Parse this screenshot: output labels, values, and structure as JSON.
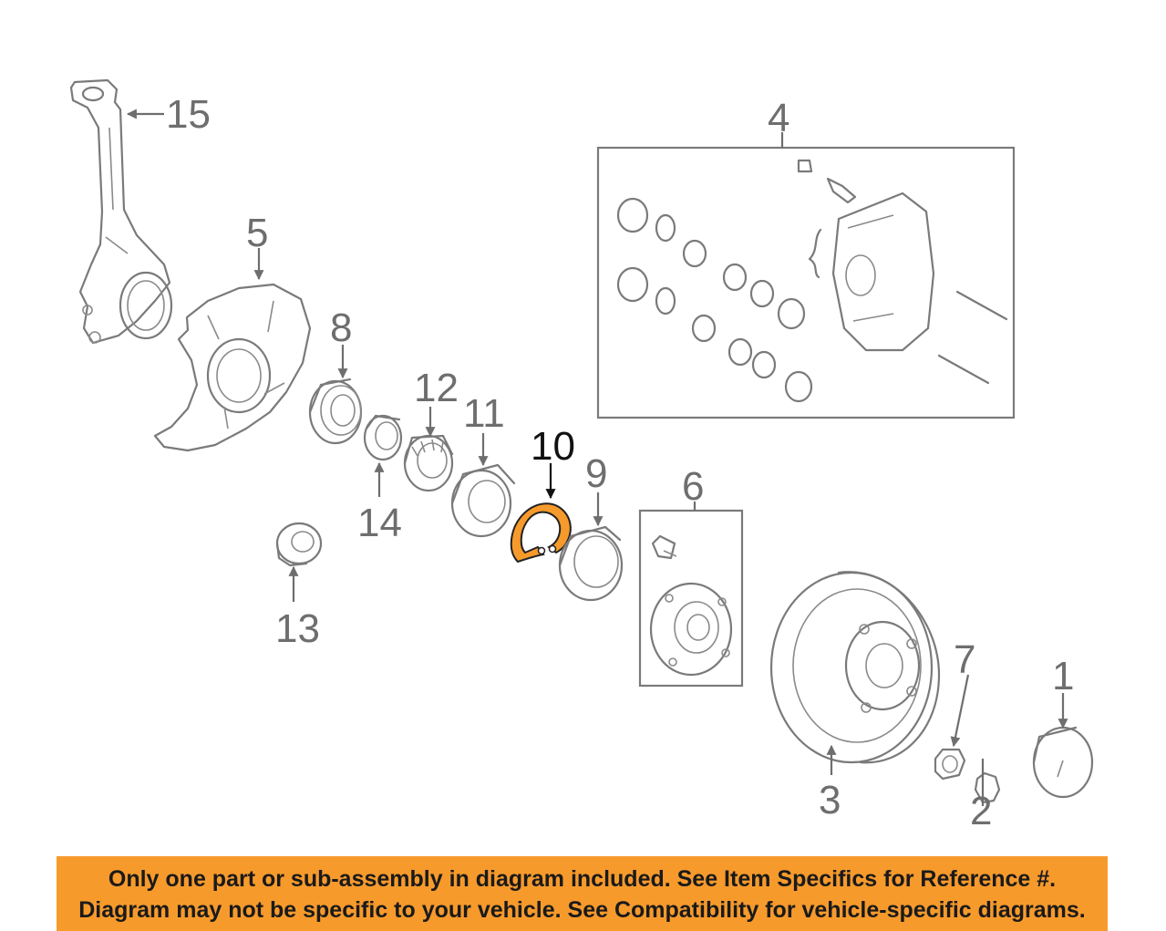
{
  "callouts": {
    "c1": "1",
    "c2": "2",
    "c3": "3",
    "c4": "4",
    "c5": "5",
    "c6": "6",
    "c7": "7",
    "c8": "8",
    "c9": "9",
    "c10": "10",
    "c11": "11",
    "c12": "12",
    "c13": "13",
    "c14": "14",
    "c15": "15"
  },
  "highlight_color": "#f79a2c",
  "highlighted_part": "10",
  "banner": {
    "line1": "Only one part or sub-assembly in diagram included. See Item Specifics for Reference #.",
    "line2": "Diagram may not be specific to your vehicle. See Compatibility for vehicle-specific diagrams."
  }
}
